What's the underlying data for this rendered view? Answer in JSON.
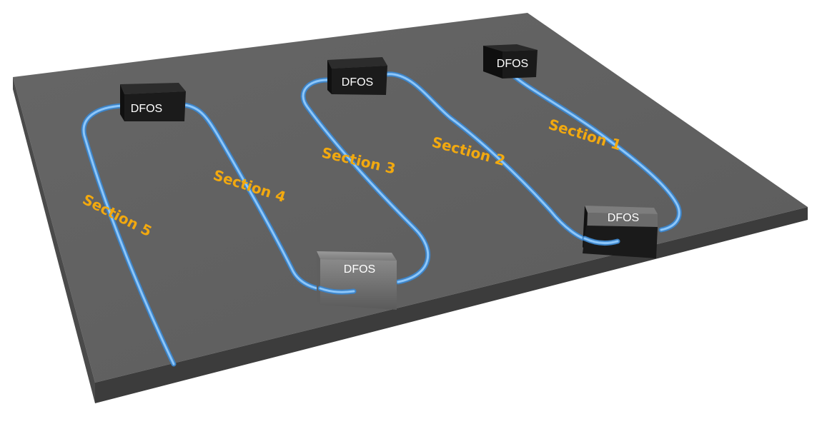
{
  "diagram": {
    "colors": {
      "slab_top": "#626262",
      "slab_front": "#3e3e3e",
      "slab_side": "#4a4a4a",
      "fiber": "#5aa6ea",
      "fiber_highlight": "#a9d4fb",
      "section_text": "#f2a90f",
      "box_dark": "#1c1c1c",
      "box_light": "#6e6e6e"
    },
    "devices": [
      {
        "label": "DFOS"
      },
      {
        "label": "DFOS"
      },
      {
        "label": "DFOS"
      },
      {
        "label": "DFOS"
      },
      {
        "label": "DFOS"
      }
    ],
    "sections": [
      {
        "label": "Section 1"
      },
      {
        "label": "Section 2"
      },
      {
        "label": "Section 3"
      },
      {
        "label": "Section 4"
      },
      {
        "label": "Section 5"
      }
    ]
  }
}
